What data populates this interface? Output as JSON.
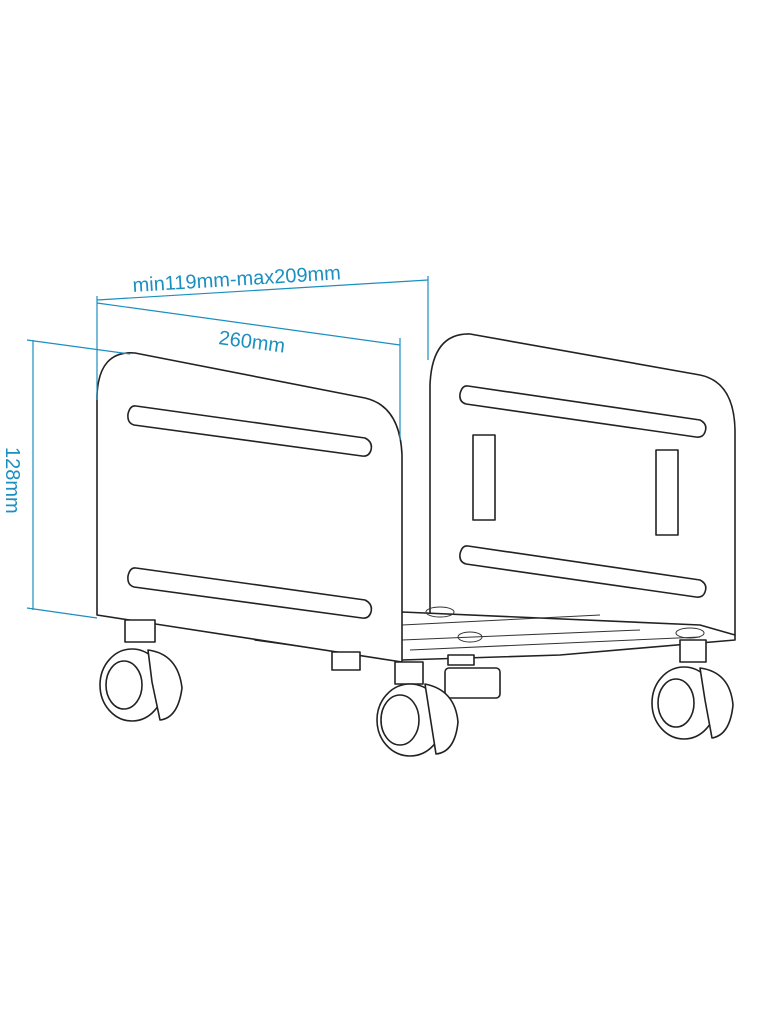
{
  "diagram": {
    "dimensions": {
      "width_range": "min119mm-max209mm",
      "depth": "260mm",
      "height": "128mm"
    },
    "colors": {
      "dimension": "#1a8fc0",
      "outline": "#222222"
    }
  }
}
